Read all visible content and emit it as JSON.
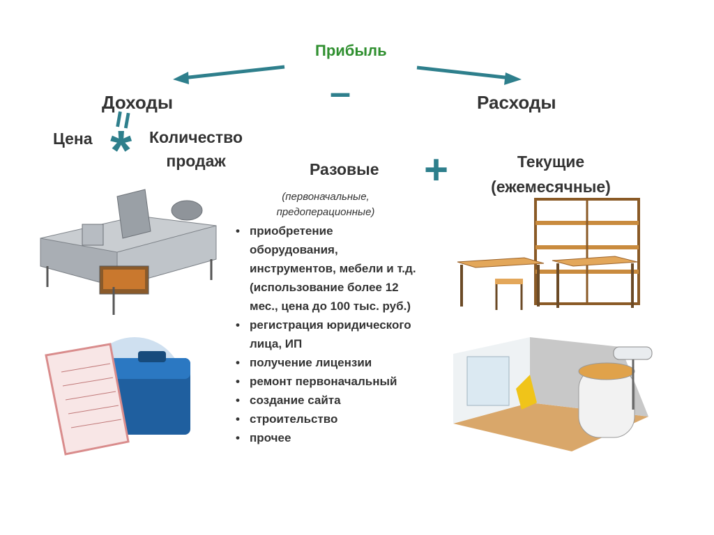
{
  "profit": "Прибыль",
  "income": {
    "label": "Доходы",
    "equals": "=",
    "price": "Цена",
    "times": "*",
    "quantity": "Количество\nпродаж"
  },
  "minus": "–",
  "expenses": {
    "label": "Расходы",
    "plus": "+"
  },
  "one_time": {
    "label": "Разовые",
    "note": "(первоначальные,\nпредоперационные)",
    "items": [
      "приобретение оборудования, инструментов, мебели и т.д. (использование более 12 мес., цена до 100 тыс. руб.)",
      "регистрация юридического лица, ИП",
      "получение лицензии",
      "ремонт первоначальный",
      "создание сайта",
      "строительство",
      "прочее"
    ]
  },
  "current": {
    "label": "Текущие\n(ежемесячные)"
  },
  "colors": {
    "title": "#2f8f2f",
    "accent": "#2e7f8c",
    "text": "#333333"
  },
  "icons": [
    "kitchen-equipment-image",
    "license-folder-image",
    "furniture-image",
    "room-renovation-image"
  ]
}
